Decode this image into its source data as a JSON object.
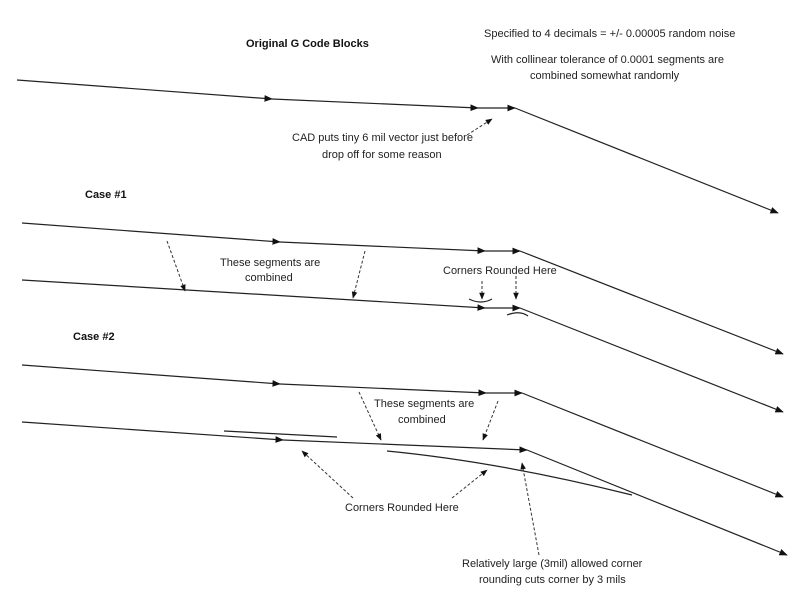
{
  "title": "Original G Code Blocks",
  "notes": {
    "precision": "Specified to 4 decimals = +/- 0.00005 random noise",
    "collinear_line1": "With collinear tolerance of 0.0001 segments are",
    "collinear_line2": "combined somewhat randomly",
    "cad_line1": "CAD puts tiny 6 mil vector just before",
    "cad_line2": "drop off for some reason"
  },
  "case1": {
    "title": "Case #1",
    "combined_line1": "These segments are",
    "combined_line2": "combined",
    "corners": "Corners Rounded Here"
  },
  "case2": {
    "title": "Case #2",
    "combined_line1": "These segments are",
    "combined_line2": "combined",
    "corners": "Corners Rounded Here",
    "large_line1": "Relatively large (3mil) allowed corner",
    "large_line2": "rounding cuts corner by 3 mils"
  }
}
